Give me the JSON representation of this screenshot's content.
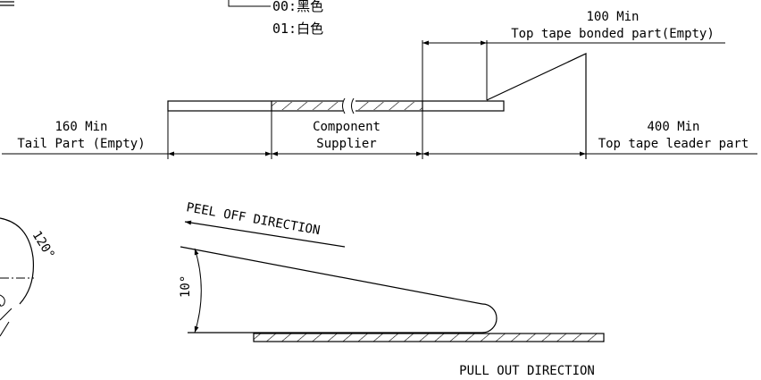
{
  "color_codes": {
    "black_code": "00:黑色",
    "white_code": "01:白色"
  },
  "tape_layout": {
    "bonded": {
      "length": "100 Min",
      "description": "Top tape bonded part(Empty)"
    },
    "tail": {
      "length": "160 Min",
      "description": "Tail Part (Empty)"
    },
    "component": {
      "line1": "Component",
      "line2": "Supplier"
    },
    "leader": {
      "length": "400 Min",
      "description": "Top tape leader part"
    }
  },
  "peel_diagram": {
    "peel_label": "PEEL OFF DIRECTION",
    "pull_label": "PULL OUT DIRECTION",
    "angle_label": "10°",
    "reel_angle_label": "120°"
  }
}
